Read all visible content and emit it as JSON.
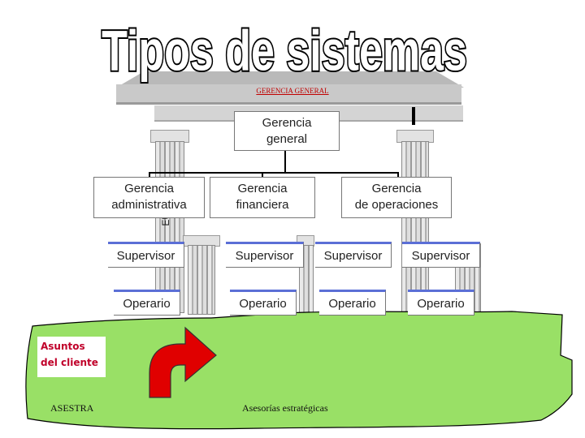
{
  "title": "Tipos de sistemas",
  "beam_label": "GERENCIA GENERAL",
  "nodes": {
    "root": [
      "Gerencia",
      "general"
    ],
    "admin": [
      "Gerencia",
      "administrativa"
    ],
    "finance": [
      "Gerencia",
      "financiera"
    ],
    "operations": [
      "Gerencia",
      "de operaciones"
    ]
  },
  "supervisors": [
    "Supervisor",
    "Supervisor",
    "Supervisor",
    "Supervisor"
  ],
  "operators": [
    "Operario",
    "Operario",
    "Operario",
    "Operario"
  ],
  "customer_label": [
    "Asuntos",
    "del cliente"
  ],
  "footer_left": "ASESTRA",
  "footer_center": "Asesorías estratégicas",
  "column_glyph": "EU",
  "colors": {
    "ground": "#99e066",
    "arrow": "#e00000",
    "accent_line": "#5b6fd6",
    "beam_label": "#c00000",
    "customer_text": "#c0002a"
  }
}
